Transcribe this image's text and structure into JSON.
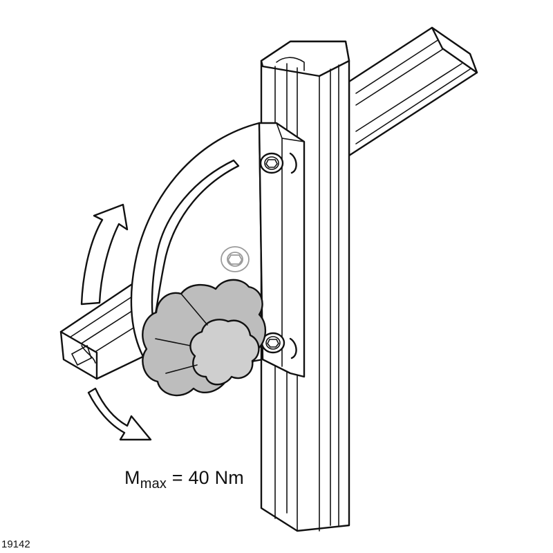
{
  "torque_label": {
    "symbol": "M",
    "subscript": "max",
    "value": " = 40 Nm"
  },
  "drawing_number": "19142",
  "colors": {
    "line": "#111111",
    "knob": "#bdbdbd",
    "knob_face": "#cfcfcf",
    "background": "#ffffff"
  },
  "icons": {
    "rotate_up": "curved-arrow-up-icon",
    "rotate_down": "curved-arrow-down-icon"
  }
}
